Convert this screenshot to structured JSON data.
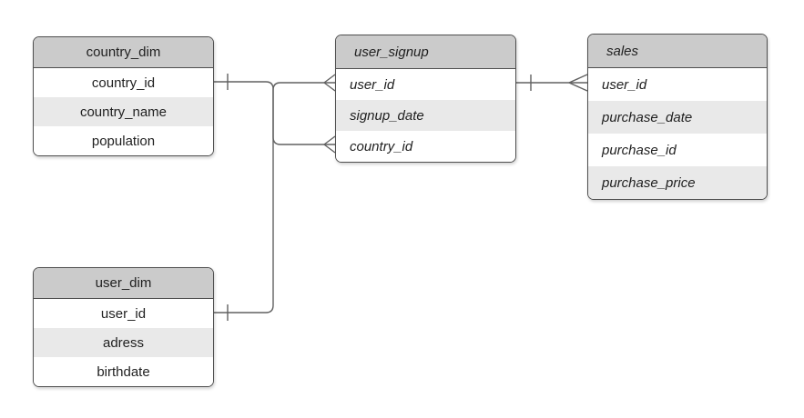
{
  "diagram": {
    "type": "entity-relationship",
    "colors": {
      "background": "#ffffff",
      "header_fill": "#cbcbcb",
      "row_fill": "#ffffff",
      "row_alt_fill": "#e9e9e9",
      "border": "#4f4f4f",
      "connector_line": "#616161",
      "text": "#1f1f1f"
    },
    "tables": [
      {
        "name": "country_dim",
        "text_style": "regular",
        "rows": [
          "country_id",
          "country_name",
          "population"
        ]
      },
      {
        "name": "user_signup",
        "text_style": "italic",
        "rows": [
          "user_id",
          "signup_date",
          "country_id"
        ]
      },
      {
        "name": "sales",
        "text_style": "italic",
        "rows": [
          "user_id",
          "purchase_date",
          "purchase_id",
          "purchase_price"
        ]
      },
      {
        "name": "user_dim",
        "text_style": "regular",
        "rows": [
          "user_id",
          "adress",
          "birthdate"
        ]
      }
    ],
    "relationships": [
      {
        "from_table": "country_dim",
        "from_field": "country_id",
        "from_cardinality": "one",
        "to_table": "user_signup",
        "to_field": "country_id",
        "to_cardinality": "many"
      },
      {
        "from_table": "user_dim",
        "from_field": "user_id",
        "from_cardinality": "one",
        "to_table": "user_signup",
        "to_field": "user_id",
        "to_cardinality": "many"
      },
      {
        "from_table": "user_signup",
        "from_field": "user_id",
        "from_cardinality": "one",
        "to_table": "sales",
        "to_field": "user_id",
        "to_cardinality": "many"
      }
    ]
  }
}
